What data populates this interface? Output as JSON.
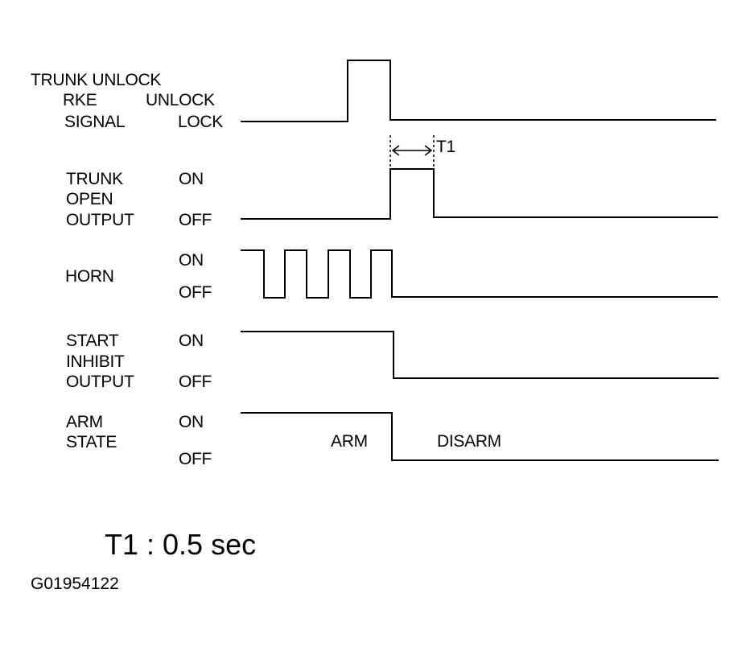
{
  "signals": [
    {
      "id": "trunk-unlock-rke",
      "name_lines": [
        "TRUNK UNLOCK",
        "RKE",
        "SIGNAL"
      ],
      "state_high": "UNLOCK",
      "state_low": "LOCK"
    },
    {
      "id": "trunk-open-output",
      "name_lines": [
        "TRUNK",
        "OPEN",
        "OUTPUT"
      ],
      "state_high": "ON",
      "state_low": "OFF"
    },
    {
      "id": "horn",
      "name_lines": [
        "HORN"
      ],
      "state_high": "ON",
      "state_low": "OFF"
    },
    {
      "id": "start-inhibit-output",
      "name_lines": [
        "START",
        "INHIBIT",
        "OUTPUT"
      ],
      "state_high": "ON",
      "state_low": "OFF"
    },
    {
      "id": "arm-state",
      "name_lines": [
        "ARM",
        "STATE"
      ],
      "state_high": "ON",
      "state_low": "OFF",
      "region_before": "ARM",
      "region_after": "DISARM"
    }
  ],
  "timing": {
    "marker_label": "T1",
    "note": "T1 : 0.5 sec"
  },
  "figure_id": "G01954122"
}
